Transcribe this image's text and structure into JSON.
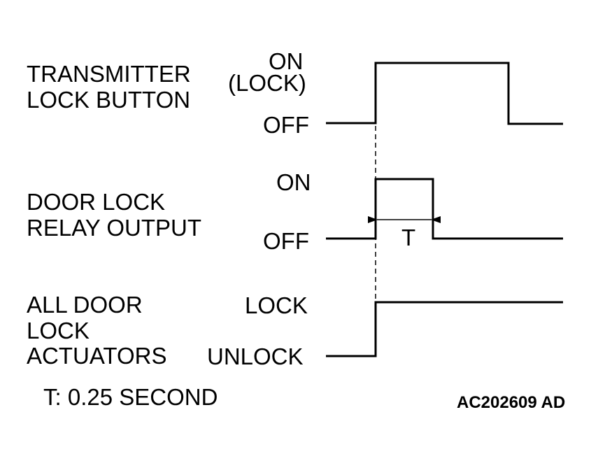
{
  "signals": [
    {
      "name_lines": [
        "TRANSMITTER",
        "LOCK BUTTON"
      ],
      "high_label": [
        "ON",
        "(LOCK)"
      ],
      "low_label": "OFF"
    },
    {
      "name_lines": [
        "DOOR LOCK",
        "RELAY OUTPUT"
      ],
      "high_label": [
        "ON"
      ],
      "low_label": "OFF"
    },
    {
      "name_lines": [
        "ALL DOOR",
        "LOCK",
        "ACTUATORS"
      ],
      "high_label": [
        "LOCK"
      ],
      "low_label": "UNLOCK"
    }
  ],
  "interval_label": "T",
  "note": "T: 0.25 SECOND",
  "figure_code": "AC202609 AD"
}
